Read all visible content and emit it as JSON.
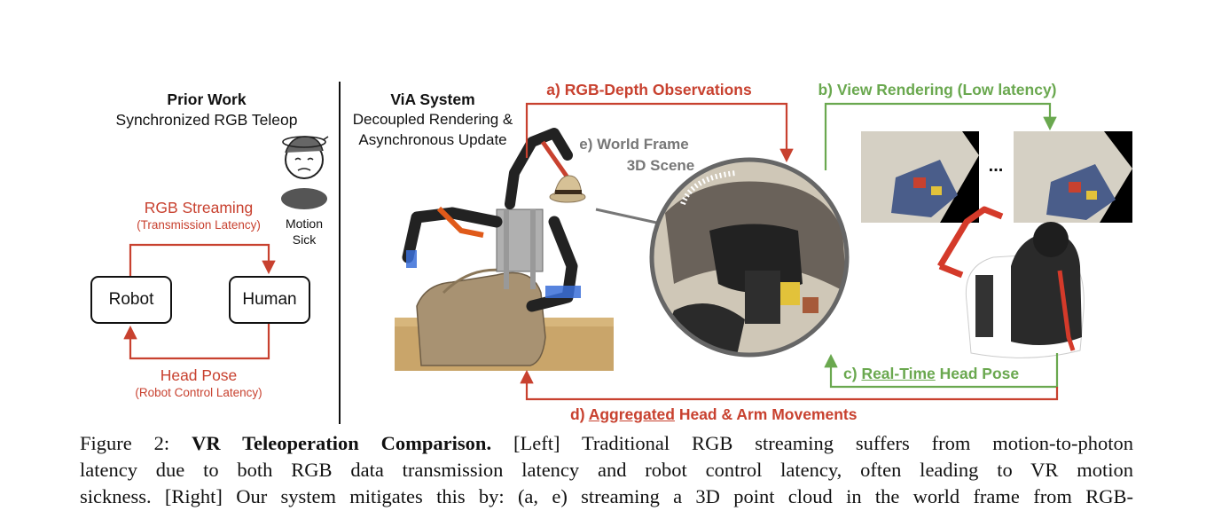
{
  "left_panel": {
    "title": "Prior Work",
    "subtitle": "Synchronized RGB Teleop",
    "motion_label_1": "Motion",
    "motion_label_2": "Sick",
    "stream_label": "RGB Streaming",
    "stream_sublabel": "(Transmission Latency)",
    "robot_box": "Robot",
    "human_box": "Human",
    "pose_label": "Head Pose",
    "pose_sublabel": "(Robot Control Latency)"
  },
  "right_panel": {
    "title": "ViA System",
    "subtitle_1": "Decoupled Rendering &",
    "subtitle_2": "Asynchronous Update",
    "label_a": "a) RGB-Depth Observations",
    "label_b": "b) View Rendering (Low latency)",
    "label_c_prefix": "c) ",
    "label_c_underline": "Real-Time",
    "label_c_suffix": " Head Pose",
    "label_d_prefix": "d) ",
    "label_d_underline": "Aggregated",
    "label_d_suffix": " Head & Arm Movements",
    "label_e_1": "e) World Frame",
    "label_e_2": "3D Scene",
    "ellipsis": "..."
  },
  "caption": {
    "line1_prefix": "Figure 2: ",
    "line1_bold": "VR Teleoperation Comparison.",
    "line1_rest": " [Left] Traditional RGB streaming suffers from motion-to-photon",
    "line2": "latency due to both RGB data transmission latency and robot control latency, often leading to VR motion",
    "line3": "sickness. [Right] Our system mitigates this by: (a, e) streaming a 3D point cloud in the world frame from RGB-"
  },
  "colors": {
    "red": "#c8412f",
    "green": "#6aa84f",
    "gray": "#777777"
  },
  "icons": [
    "dizzy-face-icon",
    "robot-arm-photo",
    "point-cloud-view",
    "rendered-view",
    "vr-operator-photo"
  ]
}
